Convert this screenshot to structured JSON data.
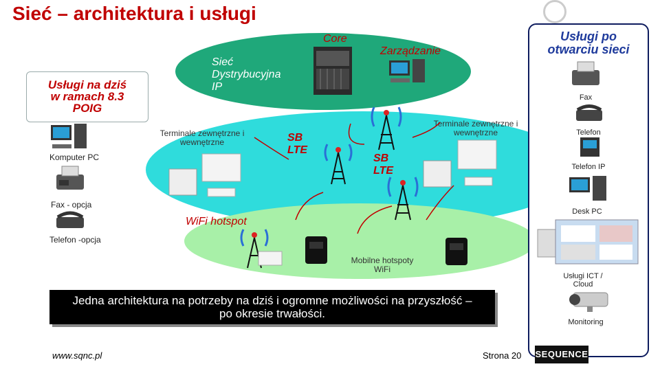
{
  "title": "Sieć – architektura i usługi",
  "left_box": {
    "line1": "Usługi na dziś",
    "line2": "w ramach 8.3",
    "line3": "POIG"
  },
  "left_labels": {
    "pc": "Komputer PC",
    "fax": "Fax - opcja",
    "phone": "Telefon -opcja"
  },
  "network": {
    "distribution_line1": "Sieć",
    "distribution_line2": "Dystrybucyjna",
    "distribution_line3": "IP",
    "core": "Core",
    "management": "Zarządzanie",
    "terminals_left_line1": "Terminale zewnętrzne i",
    "terminals_left_line2": "wewnętrzne",
    "terminals_right_line1": "Terminale zewnętrzne i",
    "terminals_right_line2": "wewnętrzne",
    "sb_lte_1_line1": "SB",
    "sb_lte_1_line2": "LTE",
    "sb_lte_2_line1": "SB",
    "sb_lte_2_line2": "LTE",
    "wifi_hotspot": "WiFi hotspot",
    "mobile_hotspots_line1": "Mobilne hotspoty",
    "mobile_hotspots_line2": "WiFi"
  },
  "banner": {
    "line1": "Jedna architektura na potrzeby na dziś i ogromne możliwości na przyszłość –",
    "line2": "po okresie trwałości."
  },
  "right_panel": {
    "title_line1": "Usługi po",
    "title_line2": "otwarciu sieci",
    "fax": "Fax",
    "phone": "Telefon",
    "ip_phone": "Telefon  IP",
    "desk_pc": "Desk PC",
    "ict_line1": "Usługi ICT /",
    "ict_line2": "Cloud",
    "monitoring": "Monitoring"
  },
  "footer": {
    "url": "www.sqnc.pl",
    "page": "Strona 20",
    "logo": "SEQUENCE"
  },
  "colors": {
    "title": "#c00000",
    "panel_border": "#0d1b5e",
    "cyan": "#2fdcdc",
    "green": "#1fa87a",
    "light_green": "#a8f0a8"
  }
}
